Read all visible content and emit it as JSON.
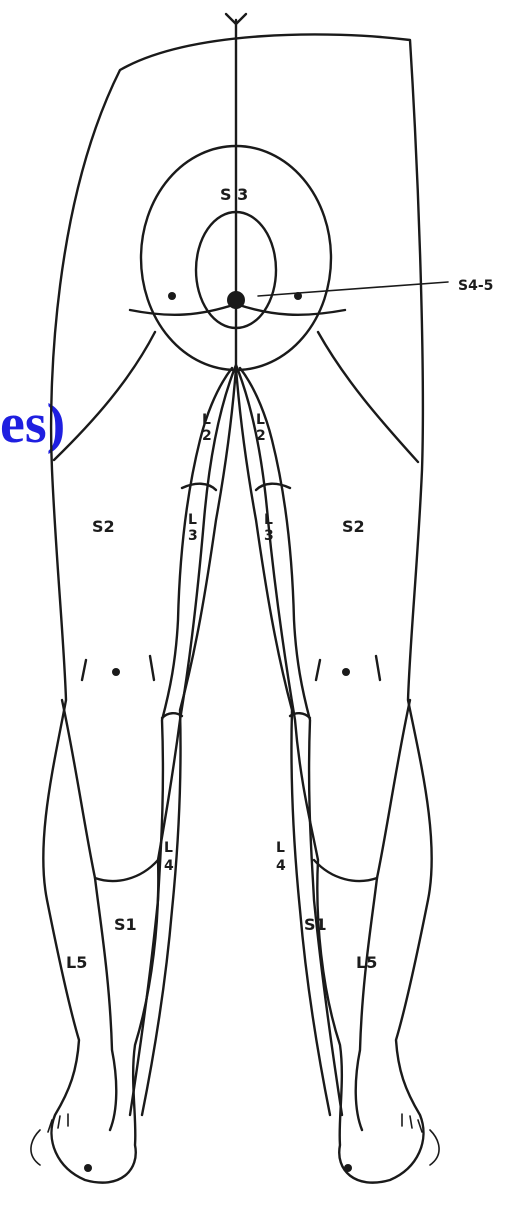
{
  "title_fragment": "es)",
  "labels": {
    "s3": "S 3",
    "s4_5": "S4-5",
    "l2_left": "L\n2",
    "l2_right": "L\n2",
    "l3_left": "L\n3",
    "l3_right": "L\n3",
    "s2_left": "S2",
    "s2_right": "S2",
    "l4_left": "L\n4",
    "l4_right": "L\n4",
    "s1_left": "S1",
    "s1_right": "S1",
    "l5_left": "L5",
    "l5_right": "L5"
  }
}
